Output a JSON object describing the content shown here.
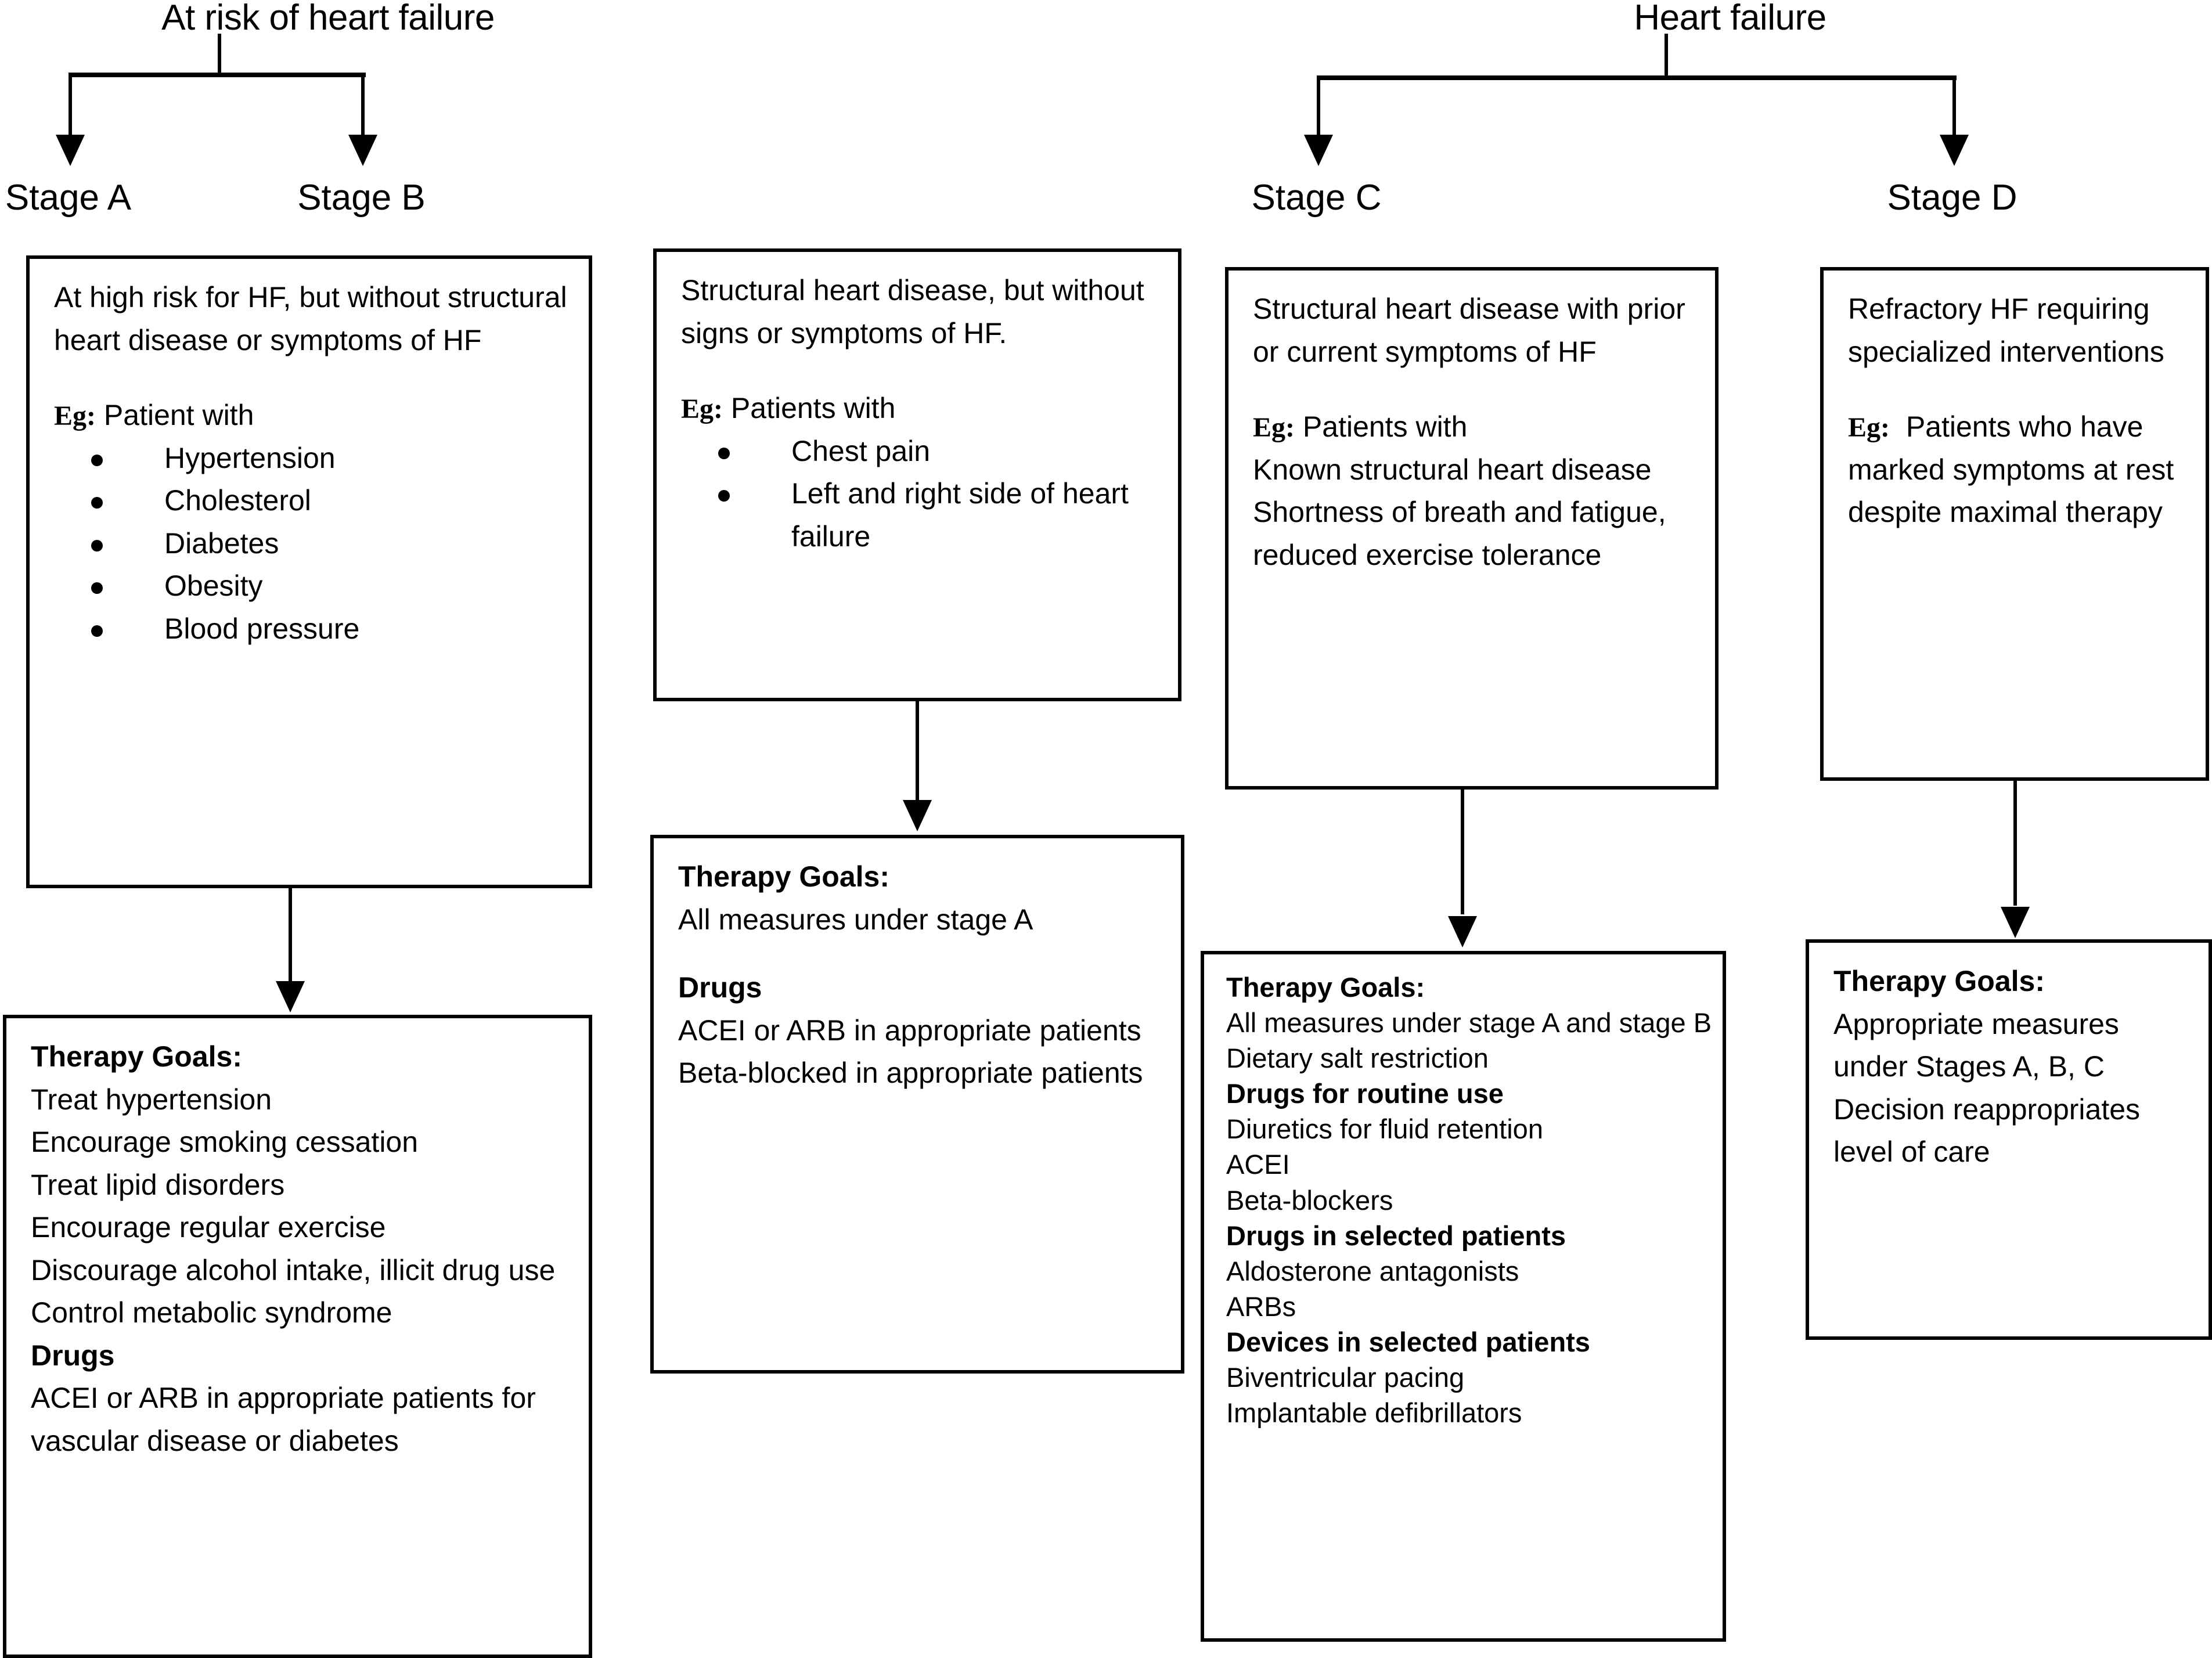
{
  "diagram": {
    "title_left": "At risk of heart failure",
    "title_right": "Heart failure",
    "stage_labels": {
      "a": "Stage A",
      "b": "Stage B",
      "c": "Stage C",
      "d": "Stage D"
    },
    "colors": {
      "line": "#000000",
      "background": "#ffffff",
      "text": "#000000"
    }
  },
  "stage_a": {
    "description": "At high risk for HF, but without structural heart disease or symptoms of HF",
    "eg_label": "Eg:",
    "eg_lead": "Patient with",
    "eg_items": [
      "Hypertension",
      "Cholesterol",
      "Diabetes",
      "Obesity",
      "Blood pressure"
    ],
    "therapy": {
      "heading": "Therapy Goals:",
      "goals": [
        "Treat hypertension",
        "Encourage smoking cessation",
        "Treat lipid disorders",
        "Encourage regular exercise",
        "Discourage alcohol intake, illicit drug use",
        "Control metabolic syndrome"
      ],
      "drugs_heading": "Drugs",
      "drugs": [
        "ACEI or ARB in appropriate patients for vascular disease or diabetes"
      ]
    }
  },
  "stage_b": {
    "description": "Structural heart disease, but without signs or symptoms of HF.",
    "eg_label": "Eg:",
    "eg_lead": "Patients with",
    "eg_items": [
      "Chest pain",
      "Left and right side of heart failure"
    ],
    "therapy": {
      "heading": "Therapy Goals:",
      "goals": [
        "All measures under stage A"
      ],
      "drugs_heading": "Drugs",
      "drugs": [
        "ACEI or ARB in appropriate patients",
        "Beta-blocked in appropriate patients"
      ]
    }
  },
  "stage_c": {
    "description": "Structural heart disease with prior or current symptoms of HF",
    "eg_label": "Eg:",
    "eg_lead": "Patients with",
    "eg_items": [
      "Known structural heart disease",
      "Shortness of breath and fatigue, reduced exercise tolerance"
    ],
    "therapy": {
      "heading": "Therapy Goals:",
      "goals": [
        "All measures under stage A and stage B",
        "Dietary salt restriction"
      ],
      "routine_heading": "Drugs for routine use",
      "routine": [
        "Diuretics for fluid retention",
        "ACEI",
        "Beta-blockers"
      ],
      "selected_heading": "Drugs in selected patients",
      "selected": [
        "Aldosterone antagonists",
        "ARBs"
      ],
      "devices_heading": "Devices in selected patients",
      "devices": [
        "Biventricular pacing",
        "Implantable defibrillators"
      ]
    }
  },
  "stage_d": {
    "description": "Refractory HF requiring specialized interventions",
    "eg_label": "Eg:",
    "eg_lead": "Patients who have marked symptoms at rest despite maximal therapy",
    "therapy": {
      "heading": "Therapy Goals:",
      "goals": [
        "Appropriate measures under Stages A, B, C Decision reappropriates level of care"
      ]
    }
  }
}
